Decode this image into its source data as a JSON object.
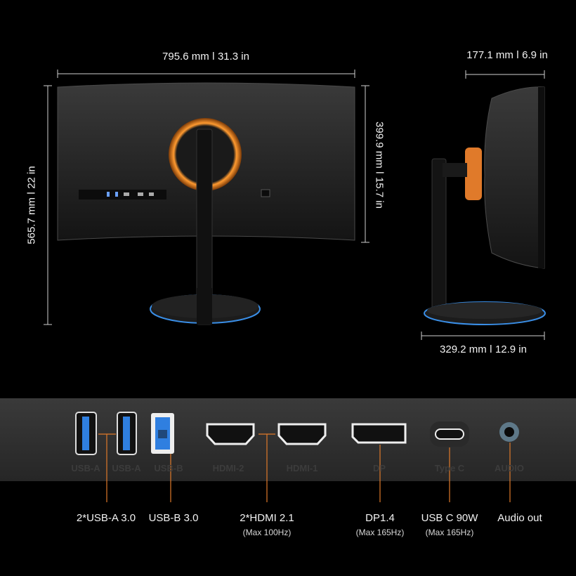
{
  "dimensions": {
    "width": "795.6 mm  ǀ  31.3 in",
    "height_total": "565.7 mm  ǀ  22 in",
    "height_panel": "399.9 mm  ǀ  15.7 in",
    "depth": "177.1 mm  ǀ  6.9 in",
    "base_depth": "329.2 mm  ǀ  12.9 in"
  },
  "port_panel_labels": [
    "USB-A",
    "USB-A",
    "USB-B",
    "HDMI-2",
    "HDMI-1",
    "DP",
    "Type C",
    "AUDIO"
  ],
  "ports": [
    {
      "label": "2*USB-A 3.0",
      "note": ""
    },
    {
      "label": "USB-B 3.0",
      "note": ""
    },
    {
      "label": "2*HDMI 2.1",
      "note": "(Max 100Hz)"
    },
    {
      "label": "DP1.4",
      "note": "(Max 165Hz)"
    },
    {
      "label": "USB C 90W",
      "note": "(Max 165Hz)"
    },
    {
      "label": "Audio out",
      "note": ""
    }
  ],
  "colors": {
    "accent_orange": "#e07a2a",
    "usb_blue": "#2f7fe0",
    "base_glow": "#3a8ee6"
  }
}
